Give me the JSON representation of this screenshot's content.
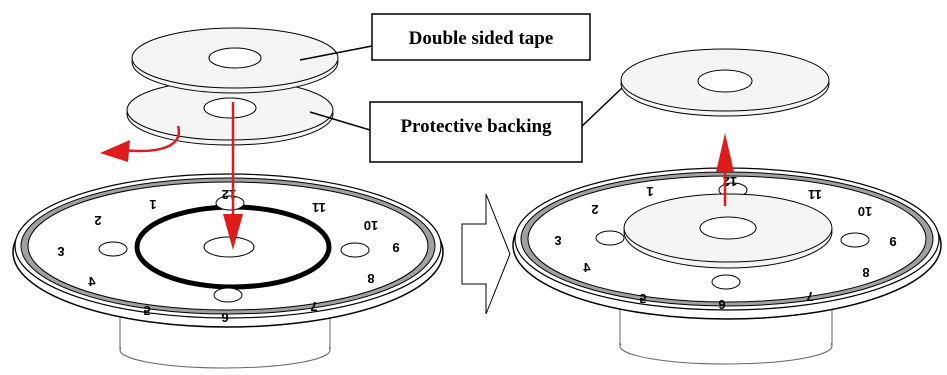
{
  "labels": {
    "tape": "Double sided tape",
    "backing": "Protective backing"
  },
  "dial_numbers": [
    "12",
    "11",
    "10",
    "9",
    "8",
    "7",
    "6",
    "5",
    "4",
    "3",
    "2",
    "1"
  ],
  "colors": {
    "arrow": "#e01b1b",
    "ring": "#a0a0a0",
    "stroke": "#000000",
    "disc_fill": "#f4f4f4"
  }
}
